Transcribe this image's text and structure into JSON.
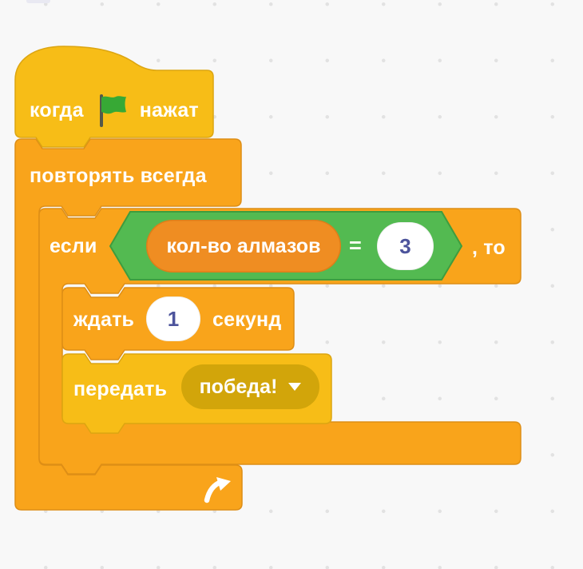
{
  "app": "scratch-blocks-workspace",
  "background": {
    "color": "#f8f8f8",
    "dot_color": "#e2e2e2"
  },
  "palette": {
    "events_fill": "#F7BD17",
    "events_border": "#DCA511",
    "control_fill": "#F9A41B",
    "control_border": "#DE8E16",
    "operators_fill": "#53BA51",
    "operators_border": "#3F9C3E",
    "variables_fill": "#EF8D22",
    "dropdown_fill": "#D2A50A",
    "input_fill": "#FFFFFF",
    "input_text": "#4D549C",
    "label_text": "#FFFFFF",
    "flag_green": "#37A935"
  },
  "script": {
    "when_flag": {
      "word_before": "когда",
      "icon": "green-flag",
      "word_after": "нажат"
    },
    "forever": {
      "label": "повторять всегда",
      "icon": "loop-arrow"
    },
    "if_block": {
      "keyword": "если",
      "then_label": ", то"
    },
    "condition": {
      "variable": "кол-во алмазов",
      "operator": "=",
      "value": "3"
    },
    "wait": {
      "label_before": "ждать",
      "value": "1",
      "label_after": "секунд"
    },
    "broadcast": {
      "label": "передать",
      "message": "победа!"
    }
  }
}
